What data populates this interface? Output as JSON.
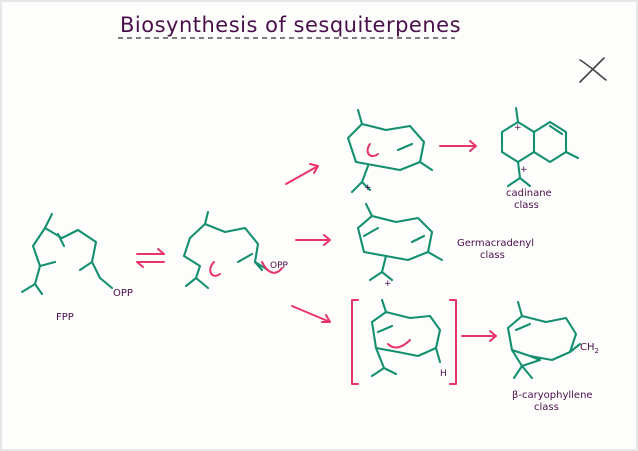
{
  "title": "Biosynthesis of sesquiterpenes",
  "labels": {
    "fpp": "FPP",
    "opp_fpp": "OPP",
    "opp_intermediate": "OPP",
    "cadinane_line1": "cadinane",
    "cadinane_line2": "class",
    "germacradienyl_line1": "Germacradenyl",
    "germacradienyl_line2": "class",
    "caryophyllene_line1": "β-caryophyllene",
    "caryophyllene_line2": "class",
    "ch2": "CH",
    "ch2_sub": "2",
    "h": "H",
    "plus": "+"
  },
  "colors": {
    "structure": "#149070",
    "arrow": "#e8346b",
    "text": "#4a0f4a"
  }
}
